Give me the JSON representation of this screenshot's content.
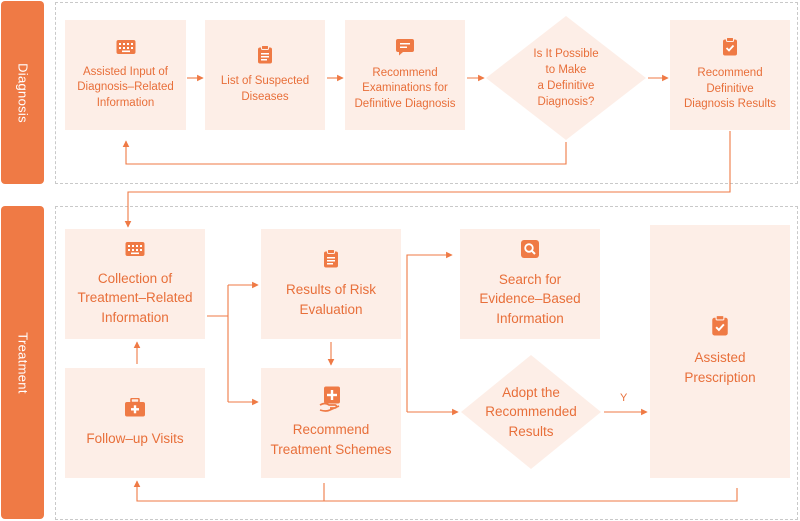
{
  "lanes": {
    "diagnosis": "Diagnosis",
    "treatment": "Treatment"
  },
  "diagnosis": {
    "assisted_input": [
      "Assisted Input of",
      "Diagnosis–Related",
      "Information"
    ],
    "suspected_diseases": [
      "List of Suspected",
      "Diseases"
    ],
    "recommend_exams": [
      "Recommend",
      "Examinations for",
      "Definitive Diagnosis"
    ],
    "decision": [
      "Is It Possible",
      "to Make",
      "a Definitive",
      "Diagnosis?"
    ],
    "recommend_results": [
      "Recommend",
      "Definitive",
      "Diagnosis Results"
    ]
  },
  "treatment": {
    "collection": [
      "Collection of",
      "Treatment–Related",
      "Information"
    ],
    "risk_evaluation": [
      "Results of Risk",
      "Evaluation"
    ],
    "evidence_search": [
      "Search for",
      "Evidence–Based",
      "Information"
    ],
    "follow_up": [
      "Follow–up Visits"
    ],
    "schemes": [
      "Recommend",
      "Treatment Schemes"
    ],
    "adopt_decision": [
      "Adopt the",
      "Recommended",
      "Results"
    ],
    "yes_label": "Y",
    "prescription": [
      "Assisted",
      "Prescription"
    ]
  },
  "colors": {
    "accent": "#ef7a45",
    "box_fill": "#fdeee7",
    "text": "#e86f3a",
    "lane_border": "#c9c9c9"
  },
  "icons": {
    "assisted_input": "keyboard-icon",
    "suspected_diseases": "clipboard-list-icon",
    "recommend_exams": "chat-message-icon",
    "recommend_results": "clipboard-check-icon",
    "collection": "keyboard-icon",
    "risk_evaluation": "clipboard-list-icon",
    "evidence_search": "search-icon",
    "follow_up": "medical-kit-icon",
    "schemes": "medical-hand-icon",
    "prescription": "clipboard-check-icon"
  }
}
